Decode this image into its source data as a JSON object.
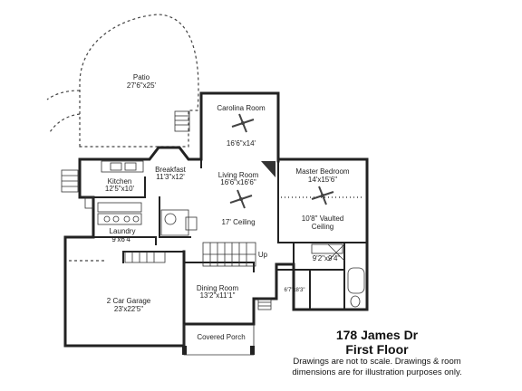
{
  "address": "178 James Dr",
  "floor": "First Floor",
  "disclaimer_line1": "Drawings are not to scale. Drawings & room",
  "disclaimer_line2": "dimensions are for illustration purposes only.",
  "rooms": {
    "patio": {
      "name": "Patio",
      "dims": "27'6\"x25'"
    },
    "carolina": {
      "name": "Carolina Room",
      "dims": "16'6\"x14'"
    },
    "breakfast": {
      "name": "Breakfast",
      "dims": "11'3\"x12'"
    },
    "kitchen": {
      "name": "Kitchen",
      "dims": "12'5\"x10'"
    },
    "living": {
      "name": "Living Room",
      "dims": "16'6\"x16'6\"",
      "note": "17' Ceiling"
    },
    "master": {
      "name": "Master Bedroom",
      "dims": "14'x15'6\"",
      "note1": "10'8\" Vaulted",
      "note2": "Ceiling"
    },
    "laundry": {
      "name": "Laundry",
      "dims": "9'x6'4\""
    },
    "bath": {
      "dims": "9'2\"x9'4\""
    },
    "closet": {
      "dims": "6'7\"x8'3\""
    },
    "garage": {
      "name": "2 Car Garage",
      "dims": "23'x22'5\""
    },
    "dining": {
      "name": "Dining Room",
      "dims": "13'2\"x11'1\""
    },
    "porch": {
      "name": "Covered Porch"
    },
    "stairs": {
      "label": "Up"
    }
  },
  "icons": [
    "ceiling-fan-icon",
    "stair-icon",
    "range-icon",
    "sink-icon",
    "bathtub-icon",
    "toilet-icon"
  ]
}
